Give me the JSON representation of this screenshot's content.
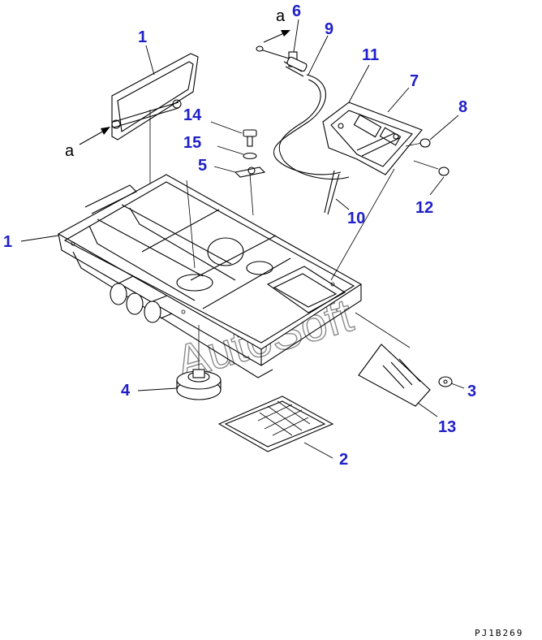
{
  "callouts": {
    "c1_top": "1",
    "c1_left": "1",
    "c2": "2",
    "c3": "3",
    "c4": "4",
    "c5": "5",
    "c6": "6",
    "c7": "7",
    "c8": "8",
    "c9": "9",
    "c10": "10",
    "c11": "11",
    "c12": "12",
    "c13": "13",
    "c14": "14",
    "c15": "15"
  },
  "view_marks": {
    "a_left": "a",
    "a_top": "a"
  },
  "watermark": "AutoSoft",
  "drawing_code": "PJ1B269",
  "colors": {
    "callout": "#2020c8",
    "line": "#000000",
    "watermark": "#8a8a8a"
  }
}
